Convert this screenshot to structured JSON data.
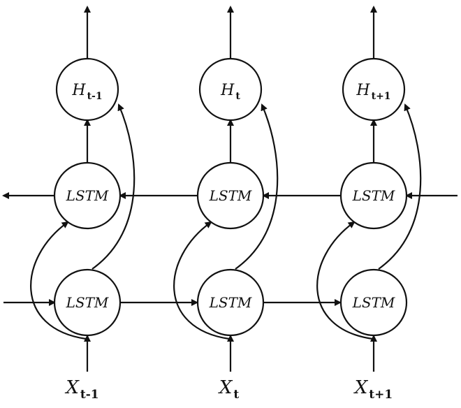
{
  "diagram": {
    "outputs": [
      {
        "main": "H",
        "sub": "t-1"
      },
      {
        "main": "H",
        "sub": "t"
      },
      {
        "main": "H",
        "sub": "t+1"
      }
    ],
    "backward_layer": [
      {
        "label": "LSTM"
      },
      {
        "label": "LSTM"
      },
      {
        "label": "LSTM"
      }
    ],
    "forward_layer": [
      {
        "label": "LSTM"
      },
      {
        "label": "LSTM"
      },
      {
        "label": "LSTM"
      }
    ],
    "inputs": [
      {
        "main": "X",
        "sub": "t-1"
      },
      {
        "main": "X",
        "sub": "t"
      },
      {
        "main": "X",
        "sub": "t+1"
      }
    ]
  }
}
